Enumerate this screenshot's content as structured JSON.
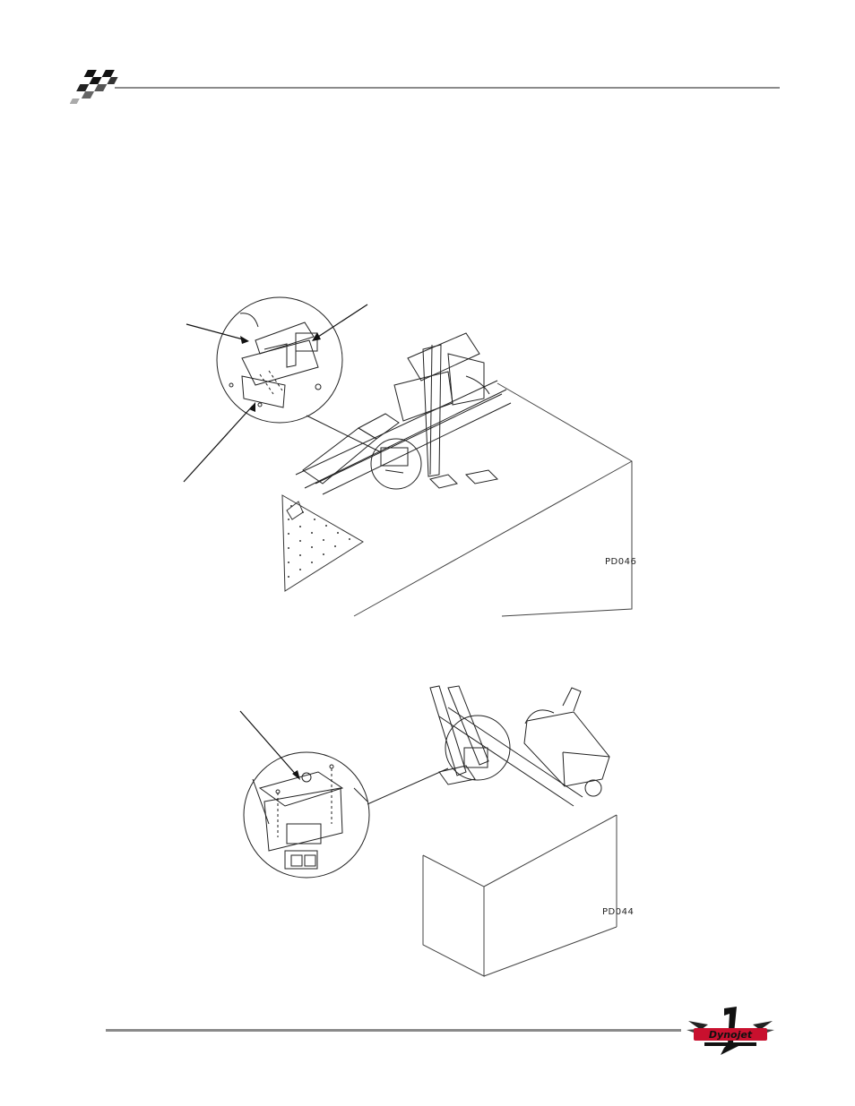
{
  "figures": [
    {
      "id": "figure-top",
      "label": "PD046"
    },
    {
      "id": "figure-bottom",
      "label": "PD044"
    }
  ],
  "logo": {
    "text": "Dynojet"
  }
}
